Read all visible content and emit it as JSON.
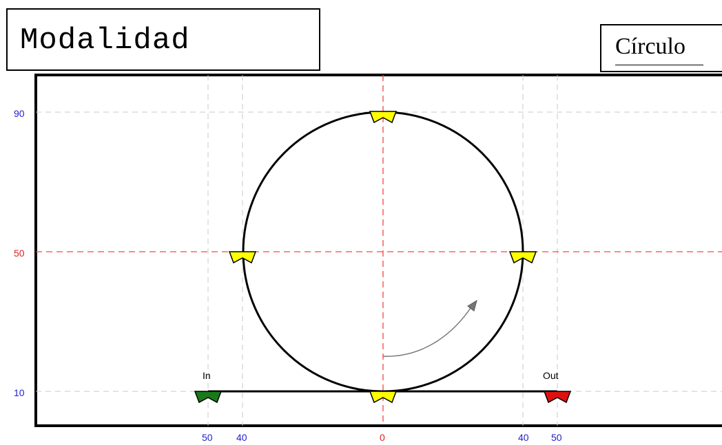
{
  "header": {
    "title": "Modalidad",
    "shape_label": "Círculo"
  },
  "diagram": {
    "y_ticks": [
      {
        "label": "90",
        "color": "#1f1fd0"
      },
      {
        "label": "50",
        "color": "#e02020"
      },
      {
        "label": "10",
        "color": "#1f1fd0"
      }
    ],
    "x_ticks": [
      {
        "label": "50",
        "color": "#1f1fd0"
      },
      {
        "label": "40",
        "color": "#1f1fd0"
      },
      {
        "label": "0",
        "color": "#e02020"
      },
      {
        "label": "40",
        "color": "#1f1fd0"
      },
      {
        "label": "50",
        "color": "#1f1fd0"
      }
    ],
    "markers": {
      "in_label": "In",
      "out_label": "Out",
      "in_color": "#1a7a1a",
      "out_color": "#e01010",
      "node_color": "#ffff00"
    }
  }
}
